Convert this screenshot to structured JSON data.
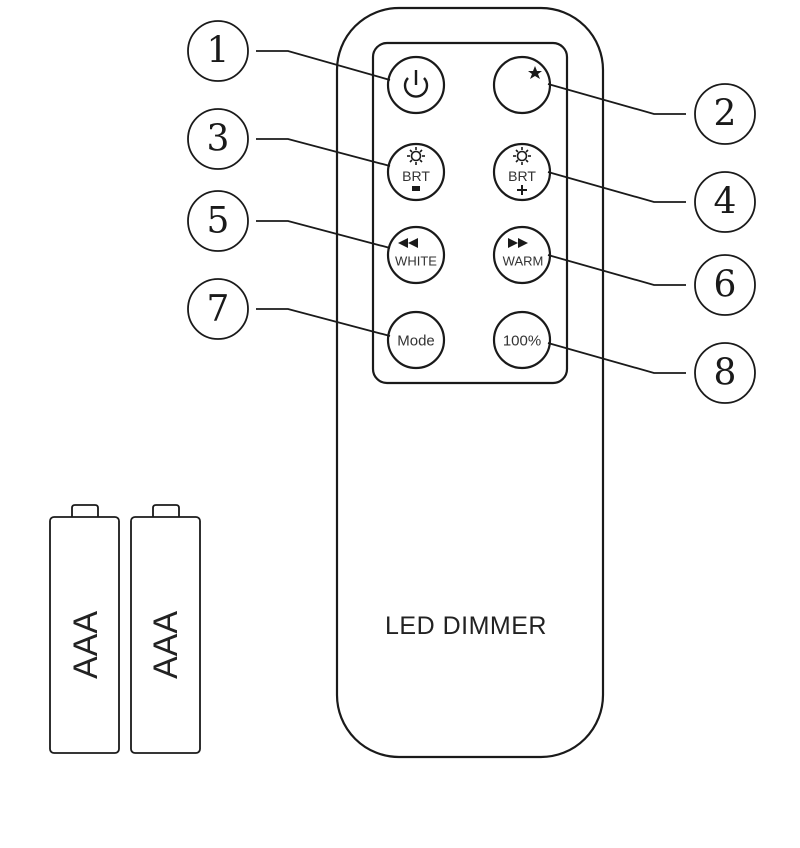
{
  "remote": {
    "brand_label": "LED DIMMER",
    "buttons": [
      {
        "number": "1",
        "function": "power",
        "label": "",
        "icon": "power-icon"
      },
      {
        "number": "2",
        "function": "night",
        "label": "",
        "icon": "moon-star-icon"
      },
      {
        "number": "3",
        "function": "brightness-down",
        "label": "BRT",
        "sub": "-",
        "icon": "sun-icon"
      },
      {
        "number": "4",
        "function": "brightness-up",
        "label": "BRT",
        "sub": "+",
        "icon": "sun-icon"
      },
      {
        "number": "5",
        "function": "white",
        "label": "WHITE",
        "icon": "rewind-icon"
      },
      {
        "number": "6",
        "function": "warm",
        "label": "WARM",
        "icon": "fast-forward-icon"
      },
      {
        "number": "7",
        "function": "mode",
        "label": "Mode",
        "icon": ""
      },
      {
        "number": "8",
        "function": "full-brightness",
        "label": "100%",
        "icon": ""
      }
    ]
  },
  "batteries": [
    {
      "label": "AAA"
    },
    {
      "label": "AAA"
    }
  ]
}
